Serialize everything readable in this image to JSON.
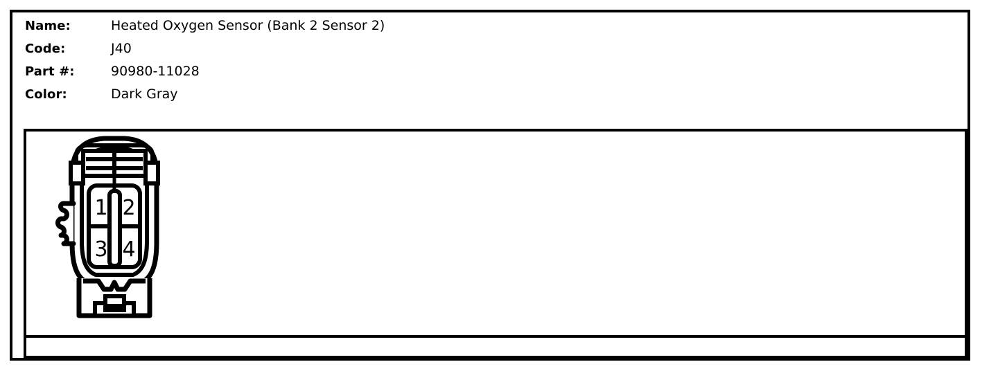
{
  "document": {
    "kind": "connector-spec-sheet"
  },
  "spec": {
    "rows": [
      {
        "label": "Name:",
        "value": "Heated Oxygen Sensor (Bank 2 Sensor 2)"
      },
      {
        "label": "Code:",
        "value": "J40"
      },
      {
        "label": "Part #:",
        "value": "90980-11028"
      },
      {
        "label": "Color:",
        "value": "Dark Gray"
      }
    ]
  },
  "diagram": {
    "type": "connector-face-view",
    "cavity_count": 4,
    "pins": [
      {
        "number": "1",
        "row": 0,
        "col": 0
      },
      {
        "number": "2",
        "row": 0,
        "col": 1
      },
      {
        "number": "3",
        "row": 1,
        "col": 0
      },
      {
        "number": "4",
        "row": 1,
        "col": 1
      }
    ],
    "features": {
      "top_latch": "ladder-comb-latch",
      "center_key": "vertical-center-rib",
      "left_rail": "scalloped-lock-rail",
      "bottom_tab": "slotted-retention-tab"
    },
    "line_color": "#000000",
    "fill_color": "#ffffff"
  },
  "notes": {
    "text": ""
  }
}
